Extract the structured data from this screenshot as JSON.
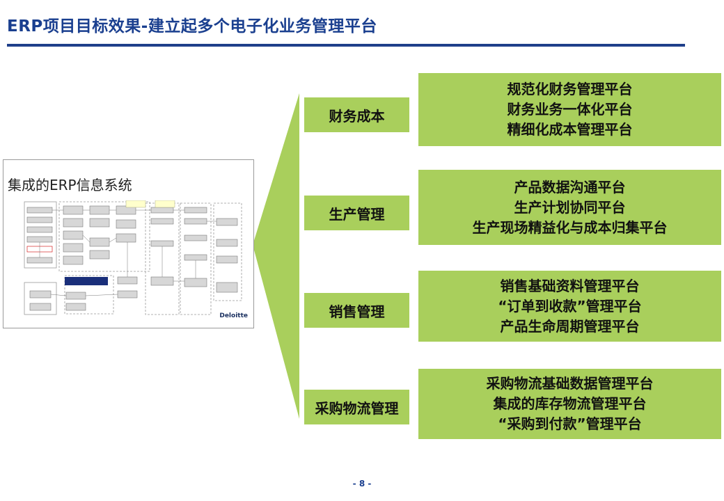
{
  "title": "ERP项目目标效果-建立起多个电子化业务管理平台",
  "thumbnail": {
    "title": "集成的ERP信息系统",
    "logo": "Deloitte"
  },
  "categories": [
    {
      "label": "财务成本",
      "platforms": [
        "规范化财务管理平台",
        "财务业务一体化平台",
        "精细化成本管理平台"
      ]
    },
    {
      "label": "生产管理",
      "platforms": [
        "产品数据沟通平台",
        "生产计划协同平台",
        "生产现场精益化与成本归集平台"
      ]
    },
    {
      "label": "销售管理",
      "platforms": [
        "销售基础资料管理平台",
        "“订单到收款”管理平台",
        "产品生命周期管理平台"
      ]
    },
    {
      "label": "采购物流管理",
      "platforms": [
        "采购物流基础数据管理平台",
        "集成的库存物流管理平台",
        "“采购到付款”管理平台"
      ]
    }
  ],
  "page_number": "- 8 -",
  "colors": {
    "title": "#1a3f8f",
    "green": "#a9cf5c"
  }
}
